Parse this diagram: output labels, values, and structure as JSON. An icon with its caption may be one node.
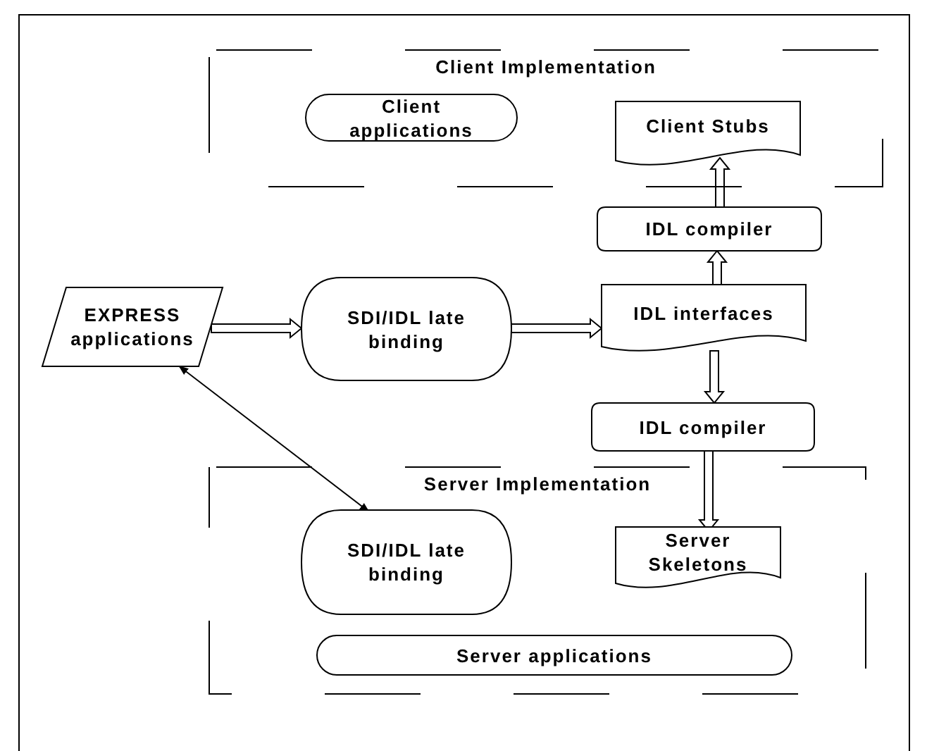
{
  "diagram": {
    "nodes": [
      {
        "text": [
          "Client Implementation"
        ]
      },
      {
        "text": [
          "Client applications"
        ],
        "in": 0
      },
      {
        "text": [
          "Client Stubs"
        ],
        "in": 0
      },
      {
        "text": [
          "IDL compiler"
        ]
      },
      {
        "text": [
          "EXPRESS applications"
        ]
      },
      {
        "text": [
          "SDI/IDL late binding"
        ]
      },
      {
        "text": [
          "IDL interfaces"
        ]
      },
      {
        "text": [
          "IDL compiler"
        ]
      },
      {
        "text": [
          "Server Implementation"
        ]
      },
      {
        "text": [
          "SDI/IDL late binding"
        ],
        "in": 8
      },
      {
        "text": [
          "Server Skeletons"
        ],
        "in": 8
      },
      {
        "text": [
          "Server applications"
        ],
        "in": 8
      }
    ],
    "edges": [
      {
        "from": 4,
        "to": 5,
        "arrow": "to",
        "style": "thick"
      },
      {
        "from": 5,
        "to": 6,
        "arrow": "to",
        "style": "thick"
      },
      {
        "from": 6,
        "to": 3,
        "arrow": "to",
        "style": "thick"
      },
      {
        "from": 3,
        "to": 2,
        "arrow": "to",
        "style": "thick"
      },
      {
        "from": 6,
        "to": 7,
        "arrow": "to",
        "style": "thick"
      },
      {
        "from": 7,
        "to": 10,
        "arrow": "to",
        "style": "thick"
      },
      {
        "from": 4,
        "to": 9,
        "arrow": "both"
      }
    ]
  }
}
